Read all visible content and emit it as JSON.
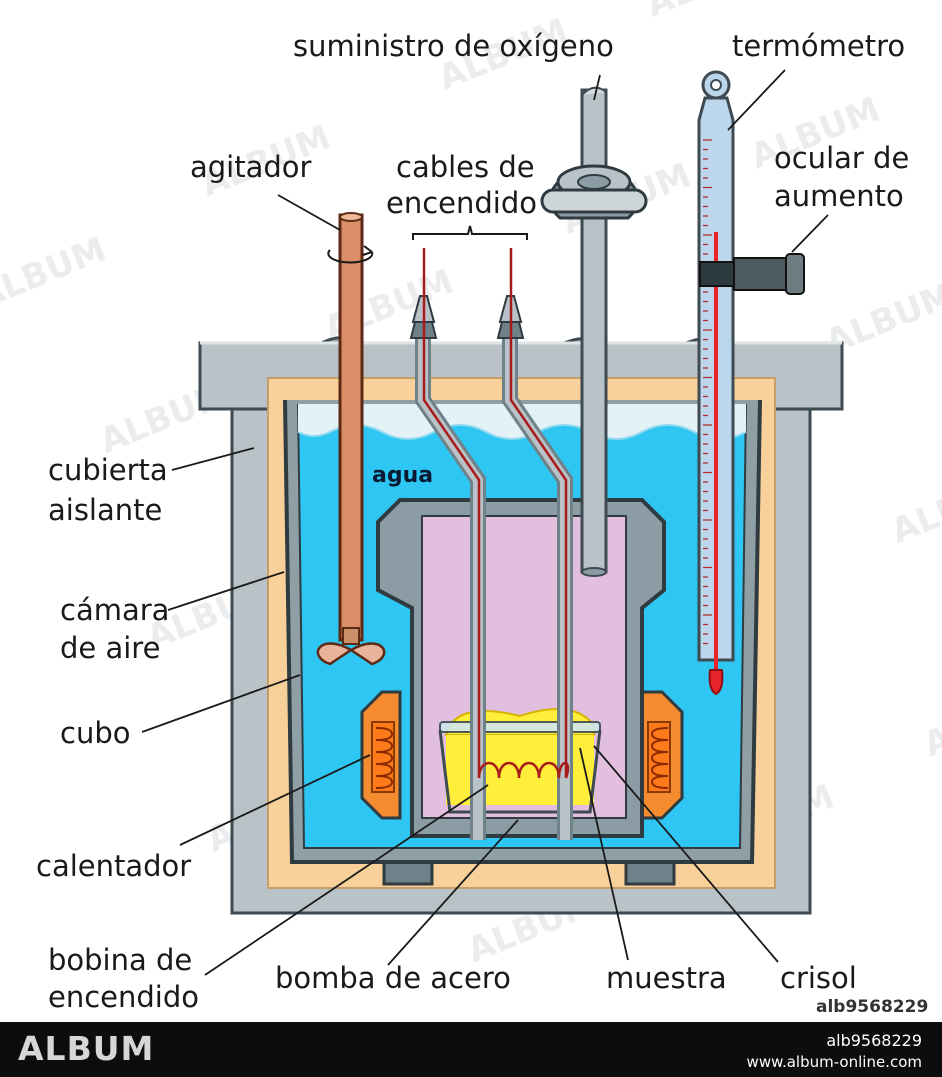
{
  "labels": {
    "oxygen": "suministro de oxígeno",
    "thermometer": "termómetro",
    "stirrer": "agitador",
    "ignition_cables_1": "cables de",
    "ignition_cables_2": "encendido",
    "eyepiece_1": "ocular de",
    "eyepiece_2": "aumento",
    "cover_1": "cubierta",
    "cover_2": "aislante",
    "air_1": "cámara",
    "air_2": "de aire",
    "bucket": "cubo",
    "heater": "calentador",
    "coil_1": "bobina de",
    "coil_2": "encendido",
    "bomb": "bomba de acero",
    "sample": "muestra",
    "crucible": "crisol",
    "water": "agua"
  },
  "watermark": "ALBUM",
  "image_ref": "alb9568229",
  "footer": {
    "logo": "ALBUM",
    "id": "alb9568229",
    "url": "www.album-online.com"
  },
  "colors": {
    "casing": "#b9c2c6",
    "insulation": "#f7d199",
    "water": "#2ec6f2",
    "bomb_steel": "#8c9ca4",
    "bomb_interior": "#e2bfdf",
    "sample": "#ffee3a",
    "copper_rod": "#d98e68",
    "heater": "#f48b2e",
    "wire": "#a81b1b"
  }
}
